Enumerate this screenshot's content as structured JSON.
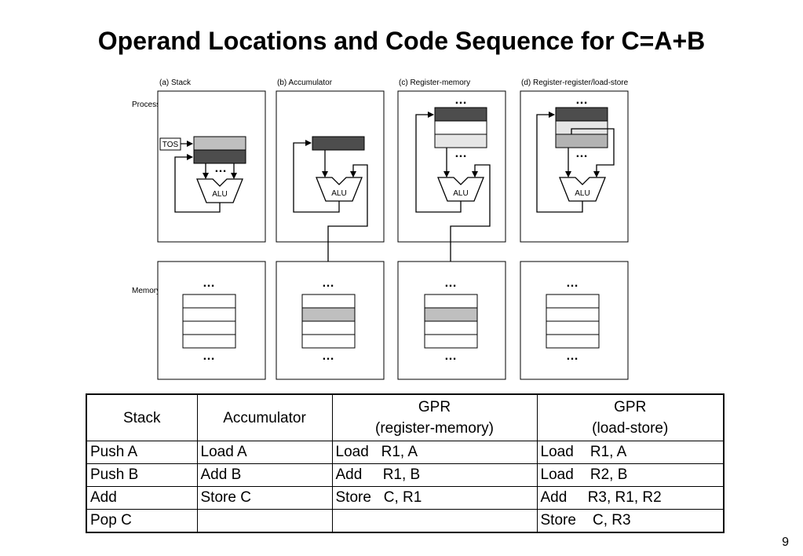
{
  "slide": {
    "title": "Operand Locations and Code Sequence for C=A+B",
    "page_number": "9"
  },
  "diagram": {
    "row_labels": {
      "processor": "Processor",
      "memory": "Memory"
    },
    "panels": [
      {
        "label": "(a)  Stack"
      },
      {
        "label": "(b)  Accumulator"
      },
      {
        "label": "(c)  Register-memory"
      },
      {
        "label": "(d)  Register-register/load-store"
      }
    ],
    "tos_label": "TOS",
    "alu_label": "ALU",
    "ellipsis": "…",
    "colors": {
      "dark": "#4d4d4d",
      "medium": "#b3b3b3",
      "light": "#e6e6e6",
      "paper": "#ffffff"
    }
  },
  "table": {
    "headers": [
      {
        "line1": "Stack",
        "line2": ""
      },
      {
        "line1": "Accumulator",
        "line2": ""
      },
      {
        "line1": "GPR",
        "line2": "(register-memory)"
      },
      {
        "line1": "GPR",
        "line2": "(load-store)"
      }
    ],
    "rows": [
      [
        "Push A",
        "Load A",
        "Load   R1, A",
        "Load    R1, A"
      ],
      [
        "Push B",
        "Add B",
        "Add     R1, B",
        "Load    R2, B"
      ],
      [
        "Add",
        "Store C",
        "Store   C, R1",
        "Add     R3, R1, R2"
      ],
      [
        "Pop C",
        "",
        "",
        "Store    C, R3"
      ]
    ]
  }
}
